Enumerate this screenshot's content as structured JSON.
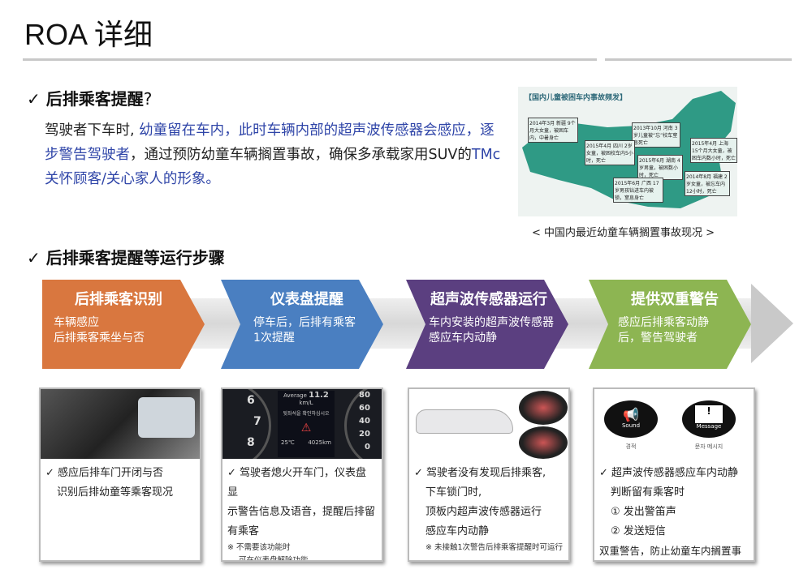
{
  "title": "ROA 详细",
  "section1": {
    "check": "✓",
    "heading": "后排乘客提醒",
    "question_mark": "?",
    "paragraph": [
      {
        "text": "驾驶者下车时, ",
        "color": "normal"
      },
      {
        "text": "幼童留在车内，此时车辆内部的超声波传感器会感应，逐步警告驾驶者",
        "color": "blue"
      },
      {
        "text": "，通过预防幼童车辆搁置事故，确保多承载家用SUV的",
        "color": "normal"
      },
      {
        "text": "TMc 关怀顾客/关心家人的形象。",
        "color": "blue"
      }
    ]
  },
  "map": {
    "title": "【国内儿童被困车内事故频发】",
    "callouts": [
      "2014年3月 新疆 9个月大女童，被困车内，中暑身亡",
      "2013年10月 河南 3岁儿童被“忘”校车窒息死亡",
      "2015年4月 上海 15个月大女童，被困车内数小时，死亡",
      "2015年4月 四川 2岁女童，被困校车内5小时，死亡",
      "2015年6月 湖南 4岁男童，被困数小时，死亡",
      "2014年8月 福建 2岁女童，被忘车内12小时，死亡",
      "2015年6月 广西 17岁男孩钻进车内被锁，窒息身亡"
    ],
    "caption": "< 中国内最近幼童车辆搁置事故现况 >"
  },
  "section2": {
    "check": "✓",
    "heading": "后排乘客提醒等运行步骤"
  },
  "steps": [
    {
      "title": "后排乘客识别",
      "desc": [
        "车辆感应",
        "后排乘客乘坐与否"
      ],
      "color": "#d9773f",
      "card": {
        "lines": [
          "✓ 感应后排车门开闭与否",
          "识别后排幼童等乘客现况"
        ],
        "notes": []
      }
    },
    {
      "title": "仪表盘提醒",
      "desc": [
        "停车后，后排有乘客",
        "1次提醒"
      ],
      "color": "#4a7fc1",
      "card": {
        "lines": [
          "✓ 驾驶者熄火开车门，仪表盘显",
          "示警告信息及语音，提醒后排留",
          "有乘客"
        ],
        "notes": [
          "※ 不需要该功能时",
          "可在仪表盘解除功能"
        ],
        "dash": {
          "average": "Average",
          "value": "11.2",
          "unit": "km/L",
          "korean": "뒷좌석을 확인하십시오",
          "temp": "25℃",
          "odo": "4025km",
          "left_ticks": [
            "6",
            "7",
            "8"
          ],
          "right_ticks": [
            "80",
            "60",
            "40",
            "20",
            "0"
          ]
        }
      }
    },
    {
      "title": "超声波传感器运行",
      "desc": [
        "车内安装的超声波传感器",
        "感应车内动静"
      ],
      "color": "#5b3f80",
      "card": {
        "lines": [
          "✓ 驾驶者没有发现后排乘客,",
          "下车锁门时,",
          "顶板内超声波传感器运行",
          "感应车内动静"
        ],
        "notes": [
          "※ 未接触1次警告后排乘客提醒时可运行"
        ]
      }
    },
    {
      "title": "提供双重警告",
      "desc": [
        "感应后排乘客动静",
        "后，警告驾驶者"
      ],
      "color": "#8db552",
      "card": {
        "lines": [
          "✓ 超声波传感器感应车内动静",
          "判断留有乘客时",
          "① 发出警笛声",
          "② 发送短信",
          "双重警告，防止幼童车内搁置事故"
        ],
        "notes": [],
        "icons": [
          {
            "label": "Sound",
            "caption": "경적"
          },
          {
            "label": "Message",
            "caption": "문자 메시지"
          }
        ]
      }
    }
  ]
}
